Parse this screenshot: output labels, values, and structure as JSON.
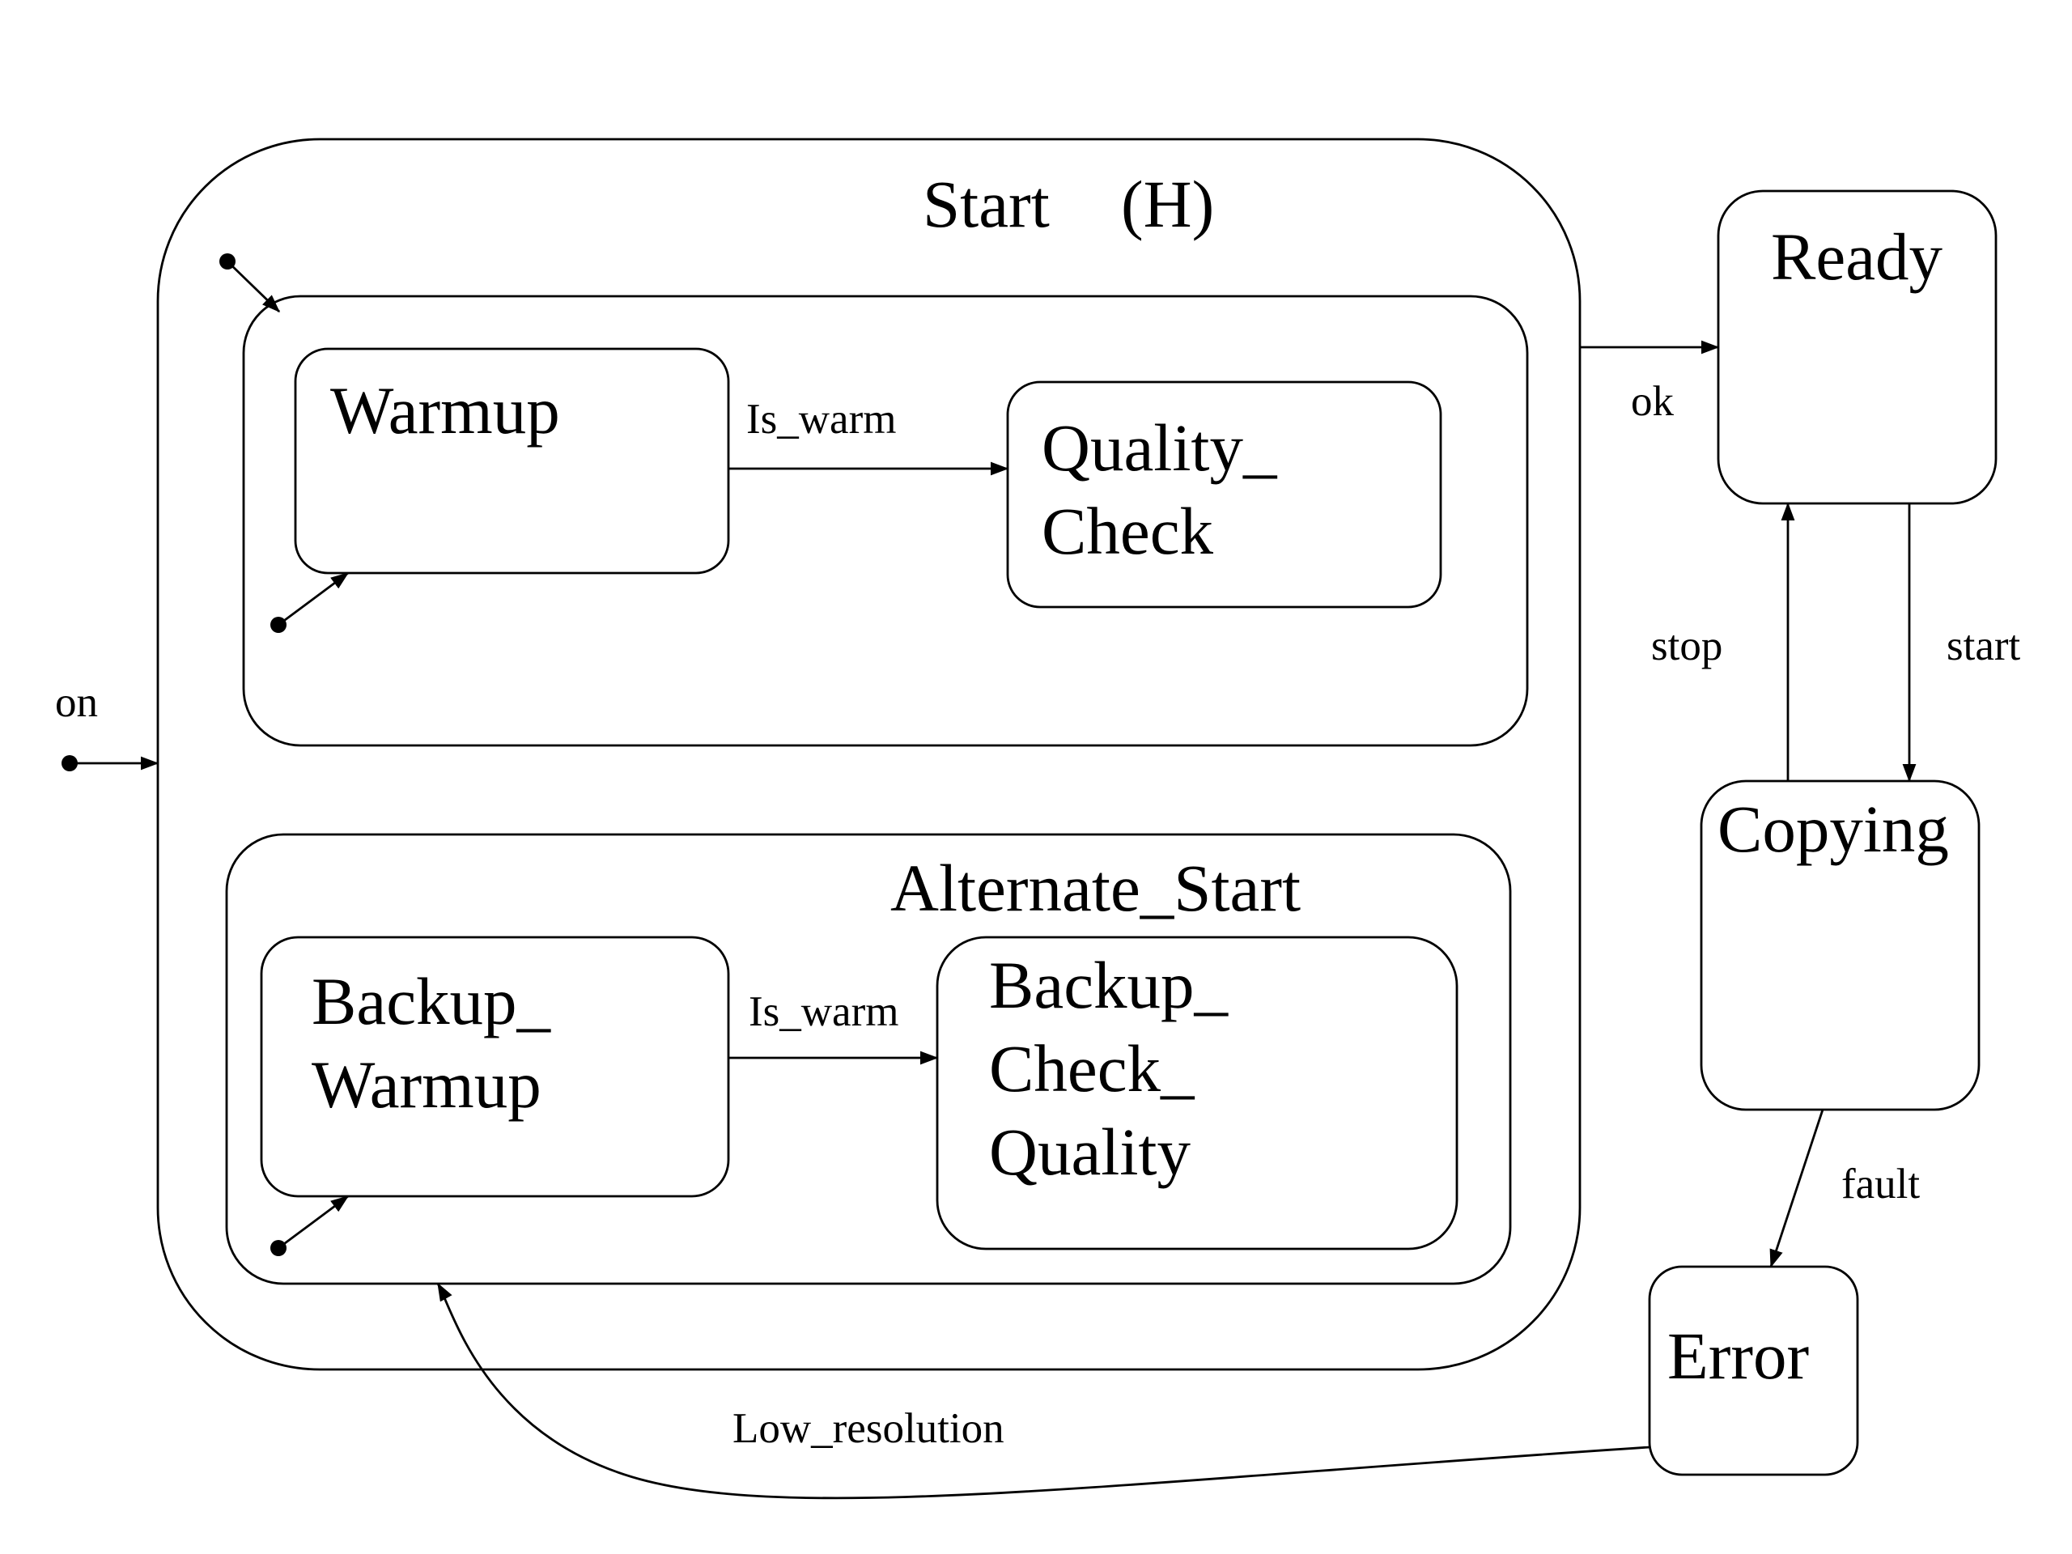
{
  "states": {
    "start": {
      "label": "Start",
      "history": "(H)"
    },
    "warmup": {
      "label": "Warmup"
    },
    "quality_check": {
      "lines": [
        "Quality_",
        "Check"
      ]
    },
    "alternate_start": {
      "label": "Alternate_Start"
    },
    "backup_warmup": {
      "lines": [
        "Backup_",
        "Warmup"
      ]
    },
    "backup_check_quality": {
      "lines": [
        "Backup_",
        "Check_",
        "Quality"
      ]
    },
    "ready": {
      "label": "Ready"
    },
    "copying": {
      "label": "Copying"
    },
    "error": {
      "label": "Error"
    }
  },
  "transitions": {
    "on": "on",
    "is_warm_top": "Is_warm",
    "is_warm_bottom": "Is_warm",
    "ok": "ok",
    "stop": "stop",
    "start": "start",
    "fault": "fault",
    "low_resolution": "Low_resolution"
  }
}
